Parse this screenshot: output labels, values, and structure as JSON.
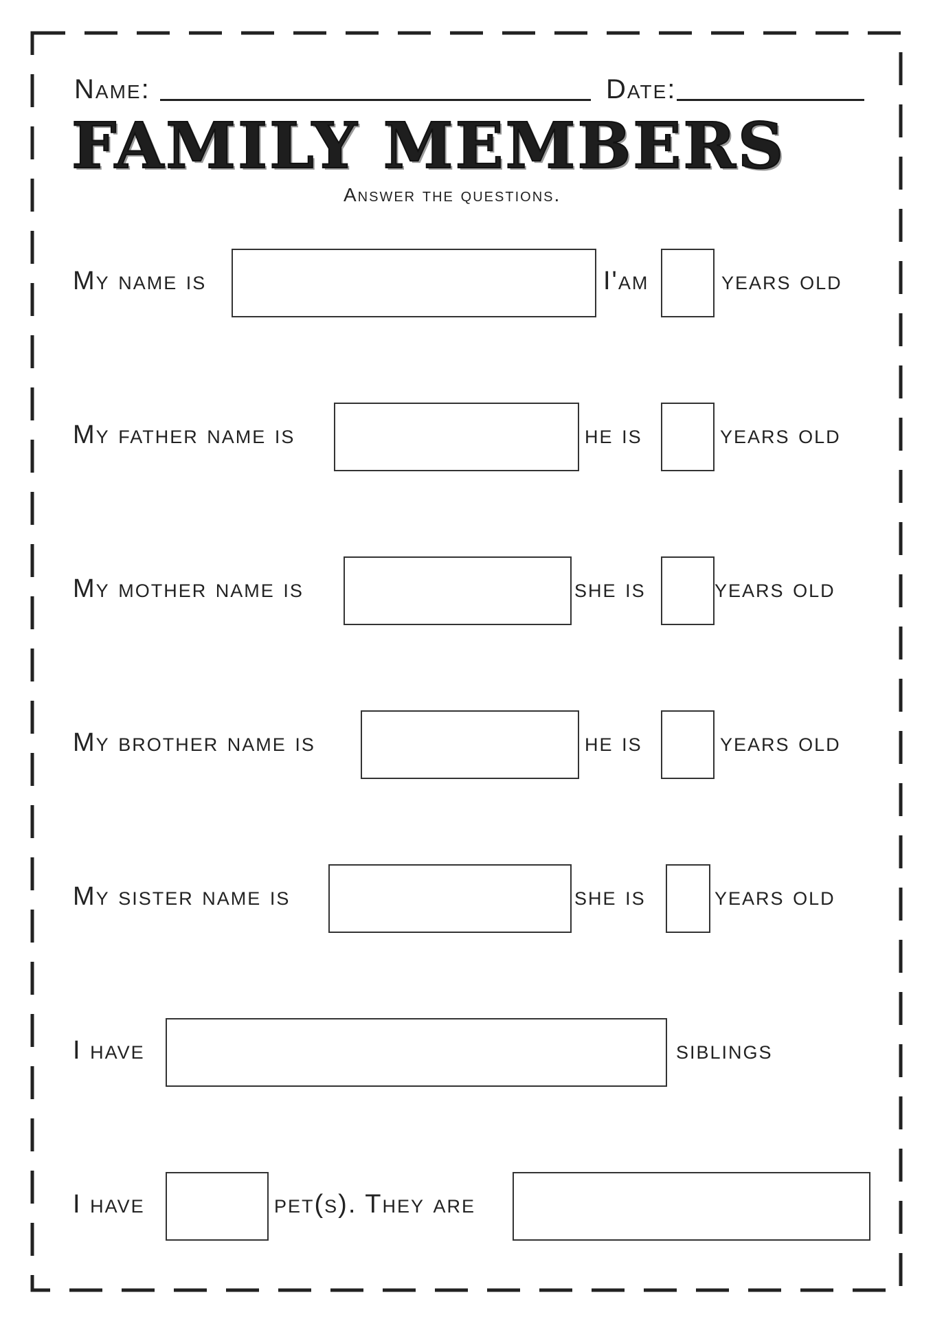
{
  "header": {
    "name_label": "Name:",
    "date_label": "Date:"
  },
  "title": "FAMILY MEMBERS",
  "subtitle": "Answer the questions.",
  "rows": [
    {
      "label": "My name is",
      "pronoun": "I'am",
      "suffix": "years old"
    },
    {
      "label": "My father name is",
      "pronoun": "he is",
      "suffix": "years old"
    },
    {
      "label": "My mother name is",
      "pronoun": "she is",
      "suffix": "years old"
    },
    {
      "label": "My brother name is",
      "pronoun": "he is",
      "suffix": "years old"
    },
    {
      "label": "My sister name is",
      "pronoun": "she is",
      "suffix": "years old"
    },
    {
      "label": "I have",
      "suffix": "siblings"
    },
    {
      "label": "I have",
      "middle": "pet(s). They are"
    }
  ]
}
